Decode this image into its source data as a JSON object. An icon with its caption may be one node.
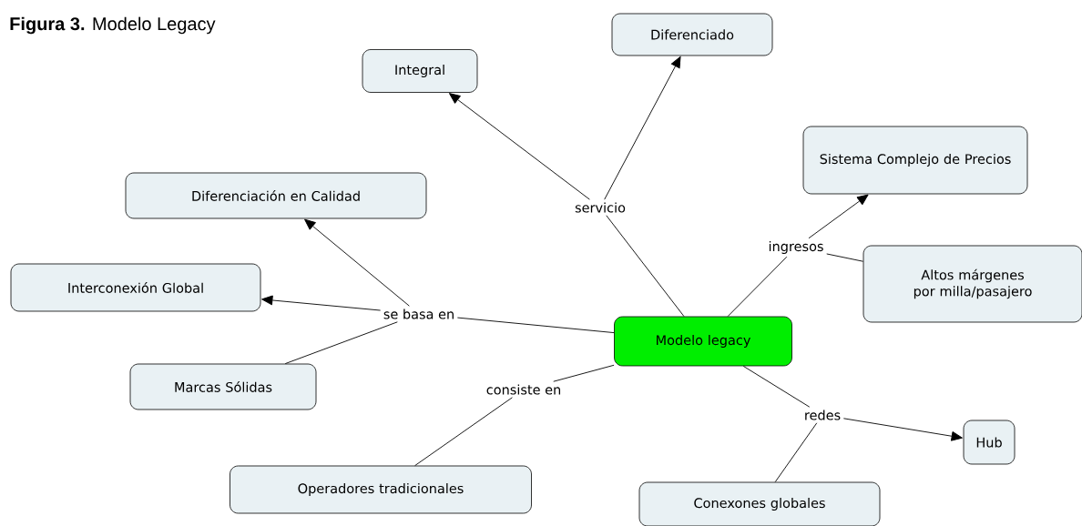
{
  "diagram": {
    "title": "**Figura 3.** Modelo Legacy",
    "nodes": [
      {
        "text": [
          "Integral"
        ]
      },
      {
        "text": [
          "Diferenciado"
        ]
      },
      {
        "text": [
          "Sistema Complejo de Precios"
        ]
      },
      {
        "text": [
          "Diferenciación en Calidad"
        ]
      },
      {
        "text": [
          "servicio"
        ]
      },
      {
        "text": [
          "ingresos"
        ]
      },
      {
        "text": [
          "Altos márgenes por milla/pasajero"
        ]
      },
      {
        "text": [
          "Interconexión Global"
        ]
      },
      {
        "text": [
          "se basa en"
        ]
      },
      {
        "text": [
          "Modelo legacy"
        ]
      },
      {
        "text": [
          "Marcas Sólidas"
        ]
      },
      {
        "text": [
          "consiste en"
        ]
      },
      {
        "text": [
          "redes"
        ]
      },
      {
        "text": [
          "Hub"
        ]
      },
      {
        "text": [
          "Operadores tradicionales"
        ]
      },
      {
        "text": [
          "Conexones globales"
        ]
      }
    ],
    "edges": [
      {
        "from": 9,
        "to": 4,
        "arrow": "none"
      },
      {
        "from": 4,
        "to": 0,
        "arrow": "to"
      },
      {
        "from": 4,
        "to": 1,
        "arrow": "to"
      },
      {
        "from": 9,
        "to": 5,
        "arrow": "none"
      },
      {
        "from": 5,
        "to": 2,
        "arrow": "to"
      },
      {
        "from": 5,
        "to": 6,
        "arrow": "none"
      },
      {
        "from": 9,
        "to": 8,
        "arrow": "none"
      },
      {
        "from": 8,
        "to": 3,
        "arrow": "to"
      },
      {
        "from": 8,
        "to": 7,
        "arrow": "to"
      },
      {
        "from": 8,
        "to": 10,
        "arrow": "none"
      },
      {
        "from": 9,
        "to": 11,
        "arrow": "none"
      },
      {
        "from": 11,
        "to": 14,
        "arrow": "none"
      },
      {
        "from": 9,
        "to": 12,
        "arrow": "none"
      },
      {
        "from": 12,
        "to": 13,
        "arrow": "to"
      },
      {
        "from": 12,
        "to": 15,
        "arrow": "none"
      }
    ]
  }
}
